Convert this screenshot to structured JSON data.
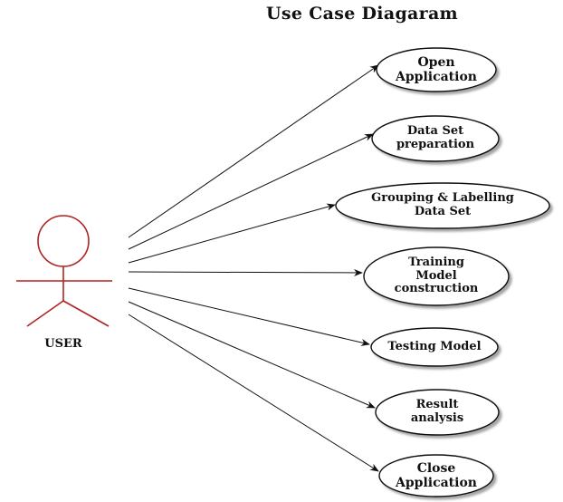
{
  "title": "Use Case Diagaram",
  "actor": {
    "label": "USER",
    "color": "#b22222"
  },
  "use_cases": [
    {
      "label": "Open\nApplication"
    },
    {
      "label": "Data Set\npreparation"
    },
    {
      "label": "Grouping & Labelling\nData Set"
    },
    {
      "label": "Training\nModel\nconstruction"
    },
    {
      "label": "Testing Model"
    },
    {
      "label": "Result\nanalysis"
    },
    {
      "label": "Close\nApplication"
    }
  ]
}
